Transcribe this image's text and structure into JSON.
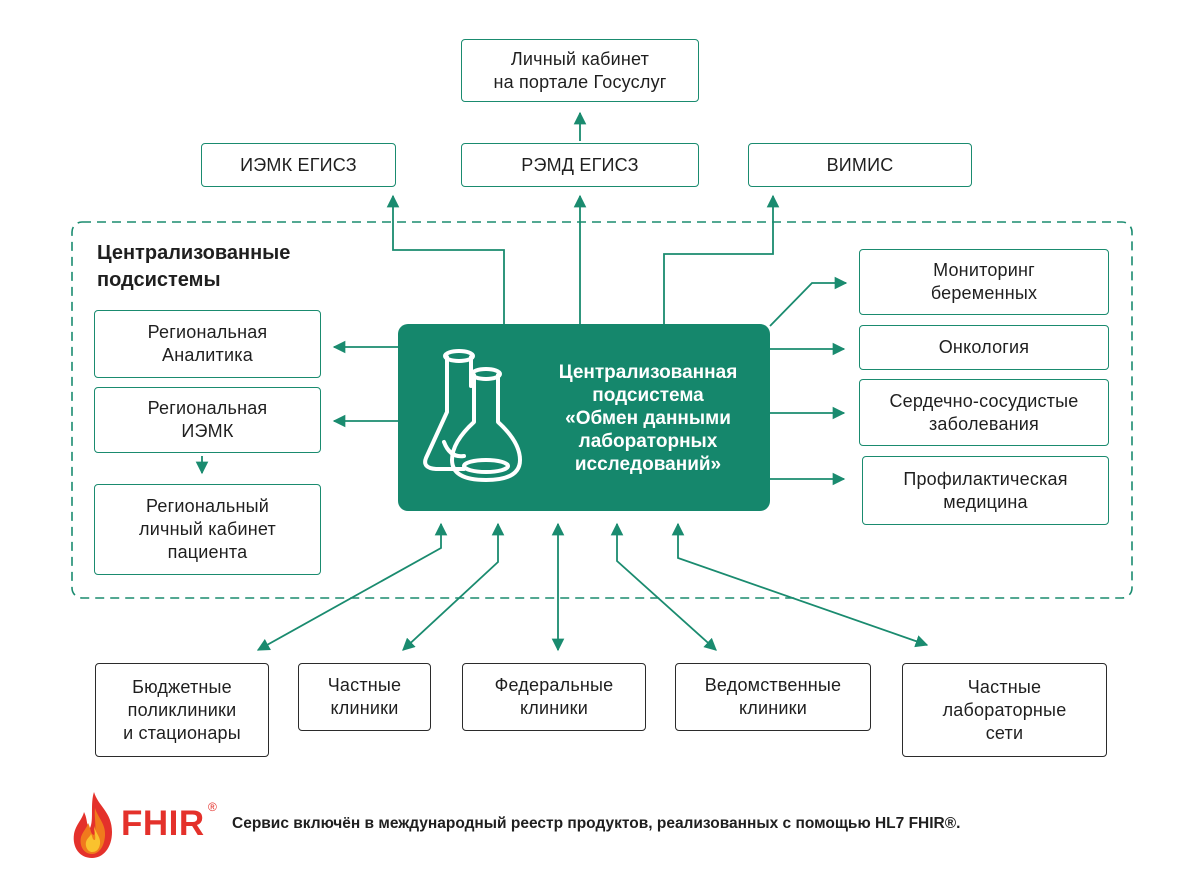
{
  "top": {
    "gosuslugi": "Личный кабинет\nна портале Госуслуг",
    "iemk": "ИЭМК ЕГИСЗ",
    "remd": "РЭМД ЕГИСЗ",
    "vimis": "ВИМИС"
  },
  "region": {
    "title": "Централизованные\nподсистемы"
  },
  "core": {
    "title": "Централизованная\nподсистема\n«Обмен данными\nлабораторных\nисследований»"
  },
  "left": {
    "analytics": "Региональная\nАналитика",
    "iemk": "Региональная\nИЭМК",
    "cabinet": "Региональный\nличный кабинет\nпациента"
  },
  "right": {
    "pregnancy": "Мониторинг\nбеременных",
    "oncology": "Онкология",
    "cardio": "Сердечно-сосудистые\nзаболевания",
    "prevention": "Профилактическая\nмедицина"
  },
  "bottom": {
    "budget": "Бюджетные\nполиклиники\nи стационары",
    "private": "Частные\nклиники",
    "federal": "Федеральные\nклиники",
    "departmental": "Ведомственные\nклиники",
    "labs": "Частные\nлабораторные\nсети"
  },
  "footer": {
    "logo_text": "FHIR",
    "logo_reg": "®",
    "text": "Сервис включён в международный реестр продуктов, реализованных  с помощью HL7 FHIR®."
  },
  "colors": {
    "accent": "#1a8b6f",
    "core": "#15876c",
    "logo": "#e4312b"
  }
}
